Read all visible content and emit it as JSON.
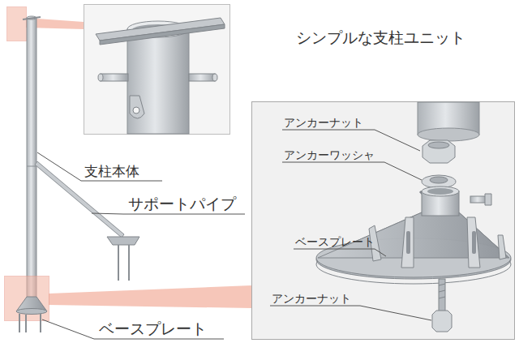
{
  "diagram": {
    "title": "シンプルな支柱ユニット",
    "labels": [
      "支柱本体",
      "サポートパイプ",
      "ベースプレート",
      "アンカーナット",
      "アンカーワッシャ",
      "ベースプレート",
      "アンカーナット"
    ]
  }
}
